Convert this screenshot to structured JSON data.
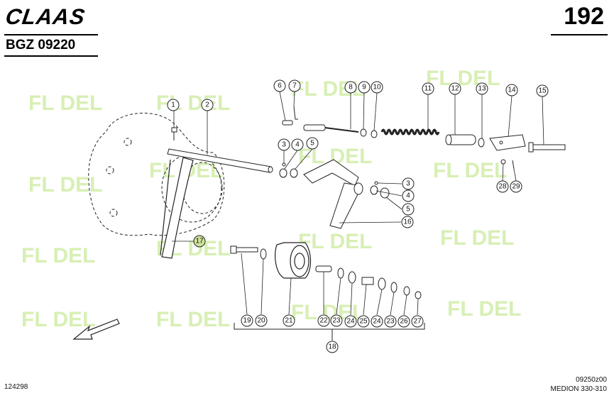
{
  "header": {
    "brand": "CLAAS",
    "page_number": "192",
    "group_code": "BGZ 09220"
  },
  "footer": {
    "left_code": "124298",
    "drawing_code": "09250z00",
    "model": "MEDION 330-310"
  },
  "watermark": "FL DEL",
  "callouts": [
    "1",
    "2",
    "3",
    "4",
    "5",
    "6",
    "7",
    "8",
    "9",
    "10",
    "11",
    "12",
    "13",
    "14",
    "15",
    "16",
    "17",
    "3",
    "4",
    "5",
    "18",
    "19",
    "20",
    "21",
    "22",
    "23",
    "24",
    "25",
    "24",
    "23",
    "26",
    "27",
    "28",
    "29"
  ],
  "highlight_color": "#cfe39a",
  "watermark_color": "#d8efb4"
}
